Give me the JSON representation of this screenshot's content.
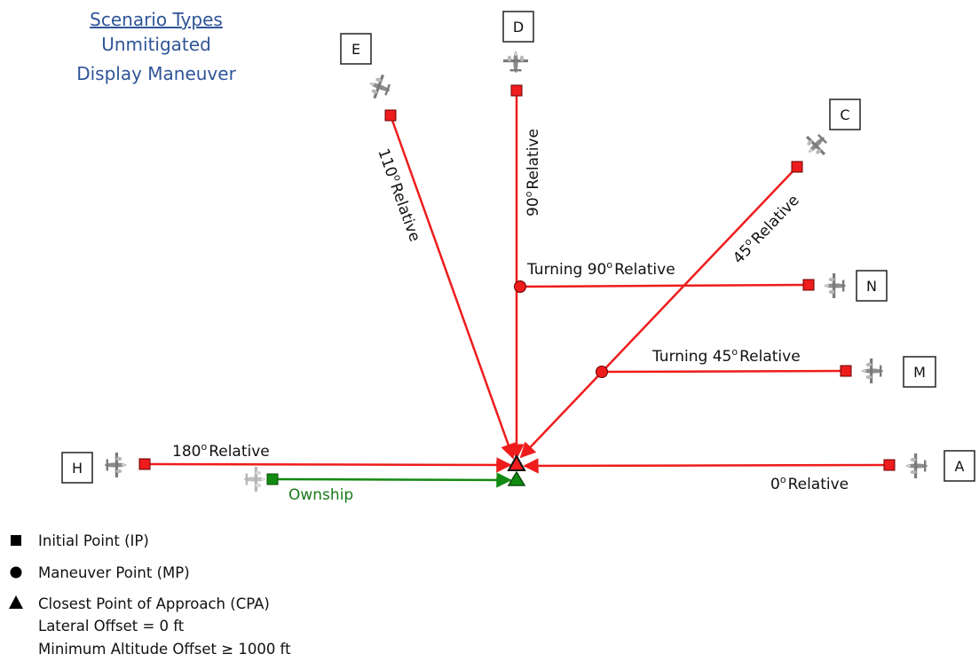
{
  "title": {
    "line1": "Scenario Types",
    "line2": "Unmitigated",
    "line3": "Display Maneuver"
  },
  "colors": {
    "title": "#2f5597",
    "intruder_path": "#ee1c1c",
    "ownship_path": "#118a11",
    "text": "#111111"
  },
  "scenarios": [
    {
      "id": "E",
      "label_prefix": "110",
      "label_suffix": "Relative"
    },
    {
      "id": "D",
      "label_prefix": "90",
      "label_suffix": "Relative"
    },
    {
      "id": "C",
      "label_prefix": "45",
      "label_suffix": "Relative"
    },
    {
      "id": "N",
      "label_prefix": "Turning 90",
      "label_suffix": "Relative"
    },
    {
      "id": "M",
      "label_prefix": "Turning 45",
      "label_suffix": "Relative"
    },
    {
      "id": "H",
      "label_prefix": "180",
      "label_suffix": "Relative"
    },
    {
      "id": "A",
      "label_prefix": "0",
      "label_suffix": "Relative"
    }
  ],
  "degree_mark": "o",
  "ownship_label": "Ownship",
  "legend": {
    "ip": "Initial Point (IP)",
    "mp": "Maneuver Point (MP)",
    "cpa": "Closest Point of Approach (CPA)",
    "lateral": "Lateral Offset = 0 ft",
    "altitude": "Minimum Altitude  Offset ≥ 1000 ft"
  }
}
